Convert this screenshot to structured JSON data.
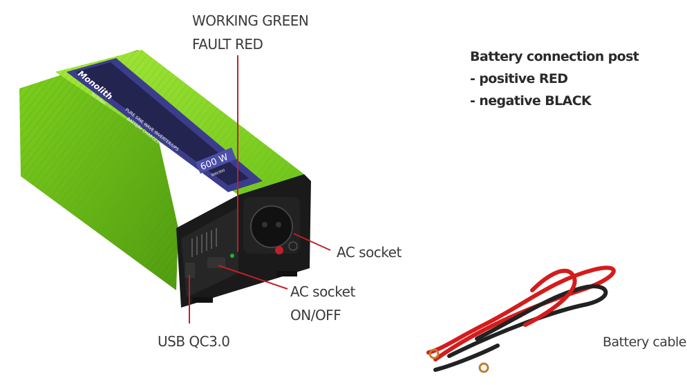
{
  "labels": {
    "led_line1": "WORKING GREEN",
    "led_line2": "FAULT RED",
    "ac_socket": "AC socket",
    "ac_switch_line1": "AC socket",
    "ac_switch_line2": "ON/OFF",
    "usb": "USB QC3.0",
    "battery_cable": "Battery cable"
  },
  "battery_post": {
    "title": "Battery connection post",
    "positive": "- positive RED",
    "negative": "- negative BLACK"
  },
  "device": {
    "brand": "Monolith",
    "brand_sub": "by Qoltec",
    "model_line1": "PURE SINE WAVE INVERTER/UPS",
    "model_line2": "BATTERY CHARGER",
    "power": "600 W",
    "power_sub": "900/300"
  },
  "colors": {
    "body_green": "#7ed321",
    "stripe_purple": "#3b3d8c",
    "pointer_red": "#c0202a",
    "front_panel": "#1a1a1a"
  }
}
